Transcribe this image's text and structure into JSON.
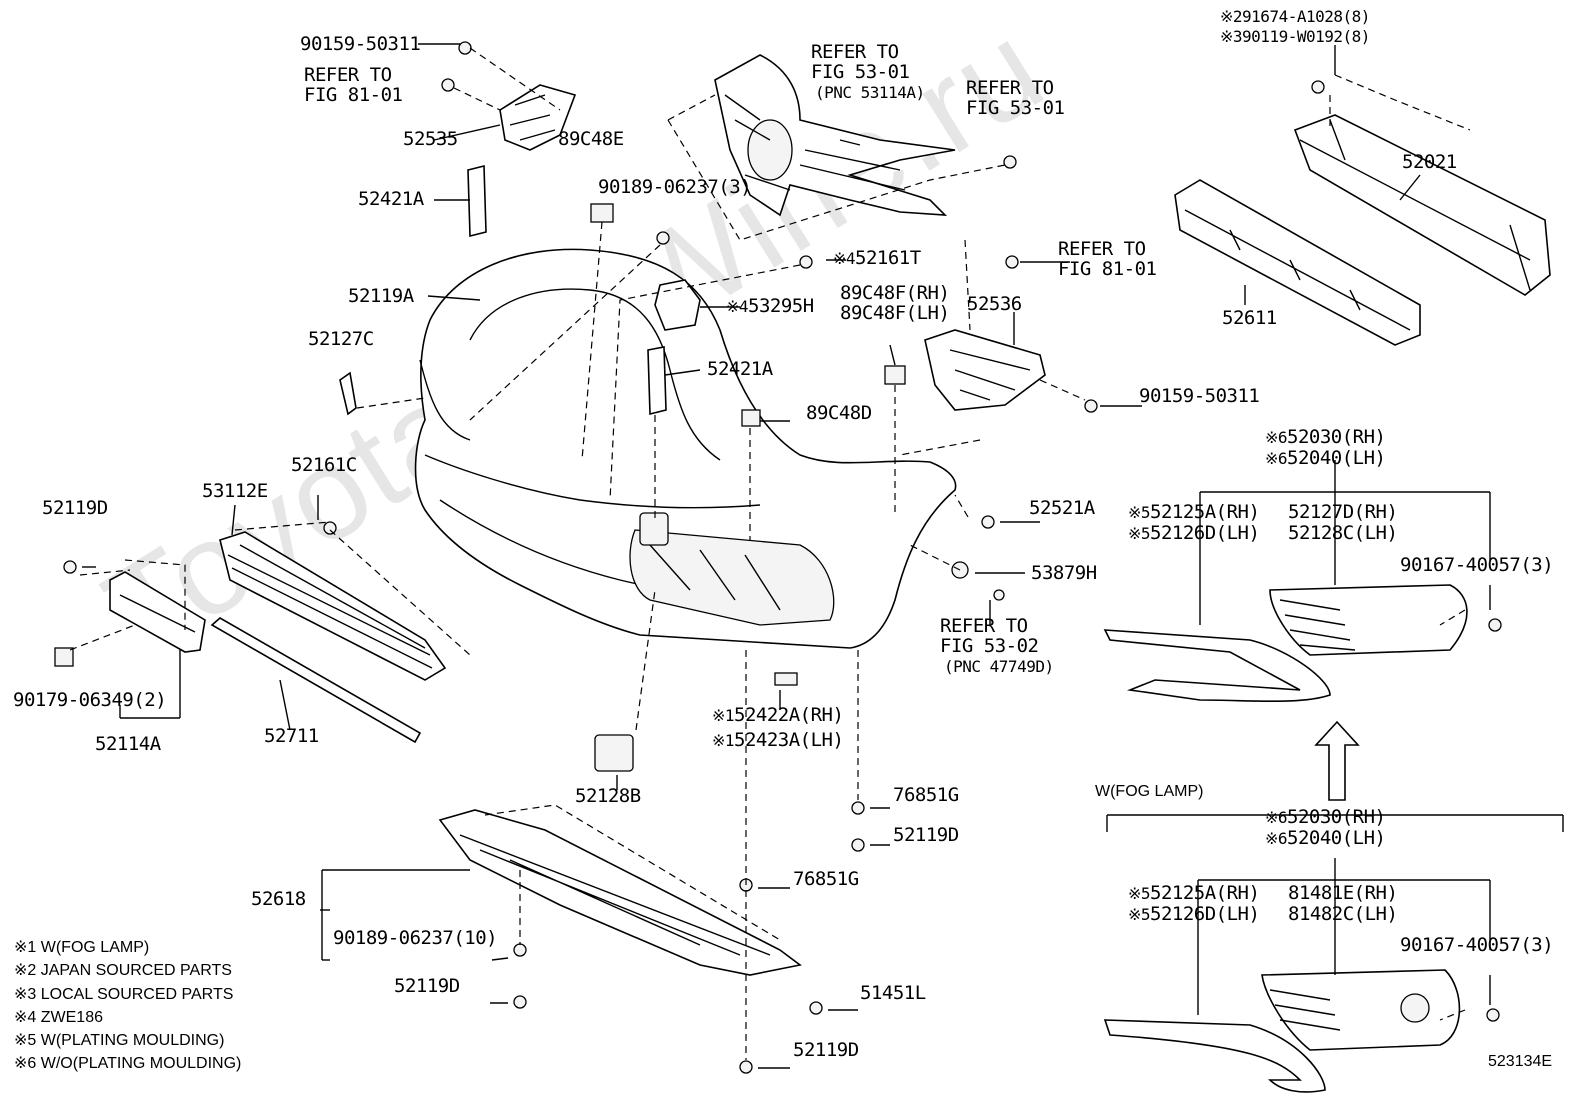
{
  "watermark": "ToyotaCarWine.ru",
  "figure_code": "523134E",
  "refs": {
    "fig81_top": [
      "REFER TO",
      "FIG 81-01"
    ],
    "fig53_grille": [
      "REFER TO",
      "FIG 53-01",
      "(PNC 53114A)"
    ],
    "fig53_clip": [
      "REFER TO",
      "FIG 53-01"
    ],
    "fig81_right": [
      "REFER TO",
      "FIG 81-01"
    ],
    "fig53_02": [
      "REFER TO",
      "FIG 53-02",
      "(PNC 47749D)"
    ]
  },
  "parts": {
    "p90159_50311_top": "90159-50311",
    "p52535": "52535",
    "p89C48E": "89C48E",
    "p90189_06237_3": "90189-06237(3)",
    "p52421A_top": "52421A",
    "p52119A": "52119A",
    "p52161T": "52161T",
    "p53295H": "53295H",
    "p89C48F_rh": "89C48F(RH)",
    "p89C48F_lh": "89C48F(LH)",
    "p52536": "52536",
    "p52127C": "52127C",
    "p52421A_mid": "52421A",
    "p89C48D": "89C48D",
    "p90159_50311_right": "90159-50311",
    "p52161C": "52161C",
    "p53112E": "53112E",
    "p52119D_left": "52119D",
    "p52521A": "52521A",
    "p53879H": "53879H",
    "p90179_06349": "90179-06349(2)",
    "p52114A": "52114A",
    "p52711": "52711",
    "p52422A": "52422A(RH)",
    "p52423A": "52423A(LH)",
    "p52128B": "52128B",
    "p76851G_a": "76851G",
    "p52119D_b": "52119D",
    "p76851G_b": "76851G",
    "p52618": "52618",
    "p90189_06237_10": "90189-06237(10)",
    "p52119D_c": "52119D",
    "p51451L": "51451L",
    "p52119D_d": "52119D",
    "p291674": "291674-A1028(8)",
    "p390119": "390119-W0192(8)",
    "p52021": "52021",
    "p52611": "52611"
  },
  "right_groups": {
    "upper": {
      "a": "52030(RH)",
      "b": "52040(LH)",
      "c": "52125A(RH)",
      "d": "52126D(LH)",
      "e": "52127D(RH)",
      "f": "52128C(LH)",
      "g": "90167-40057(3)"
    },
    "fog_title": "W(FOG LAMP)",
    "lower": {
      "a": "52030(RH)",
      "b": "52040(LH)",
      "c": "52125A(RH)",
      "d": "52126D(LH)",
      "e": "81481E(RH)",
      "f": "81482C(LH)",
      "g": "90167-40057(3)"
    }
  },
  "marks": {
    "m1": "※1",
    "m4": "※4",
    "m5": "※5",
    "m6": "※6",
    "ref": "※"
  },
  "notes": [
    "※1 W(FOG LAMP)",
    "※2 JAPAN SOURCED PARTS",
    "※3 LOCAL SOURCED PARTS",
    "※4 ZWE186",
    "※5 W(PLATING MOULDING)",
    "※6 W/O(PLATING MOULDING)"
  ]
}
